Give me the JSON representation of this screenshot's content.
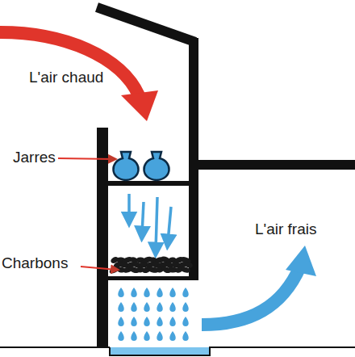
{
  "diagram": {
    "labels": [
      "L'air chaud",
      "Jarres",
      "Charbons",
      "L'air frais"
    ]
  }
}
